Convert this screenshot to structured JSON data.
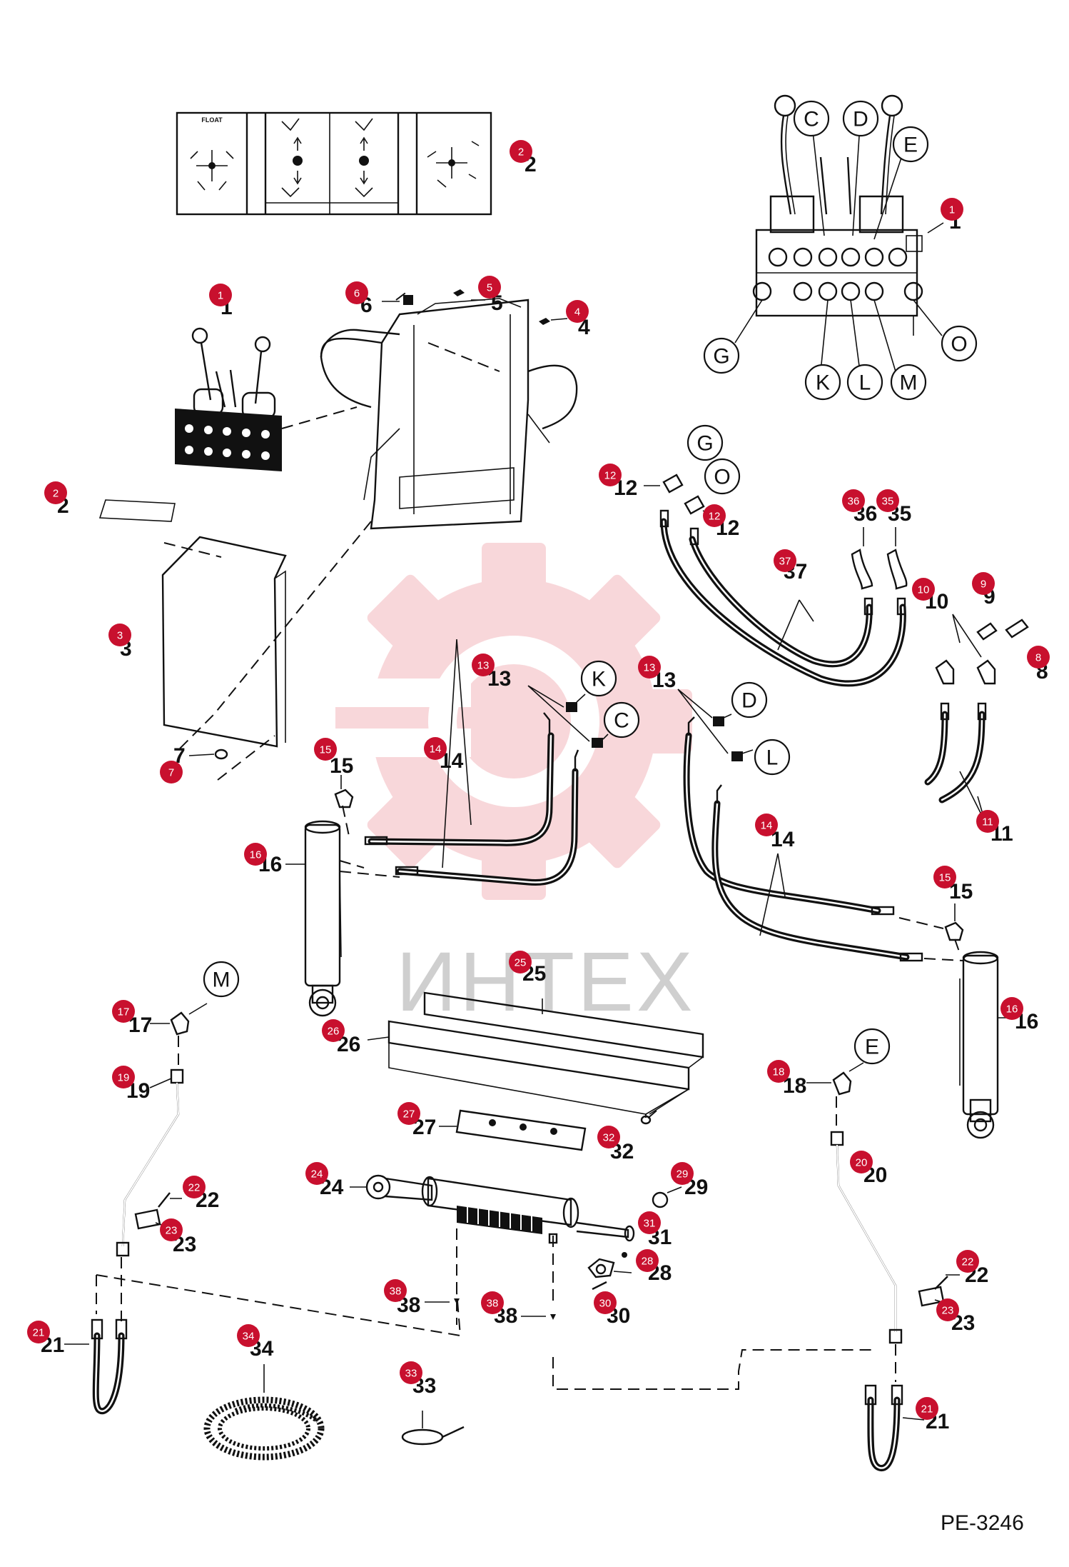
{
  "drawing": {
    "reference": "PE-3246",
    "watermark": "ИНТЕХ",
    "decal_float_label": "FLOAT"
  },
  "colors": {
    "badge": "#c8102e",
    "watermark": "#f3b8bd",
    "line": "#111111"
  },
  "part_numbers": [
    "1",
    "2",
    "3",
    "4",
    "5",
    "6",
    "7",
    "8",
    "9",
    "10",
    "11",
    "12",
    "13",
    "14",
    "15",
    "16",
    "17",
    "18",
    "19",
    "20",
    "21",
    "22",
    "23",
    "24",
    "25",
    "26",
    "27",
    "28",
    "29",
    "30",
    "31",
    "32",
    "33",
    "34",
    "35",
    "36",
    "37",
    "38"
  ],
  "port_letters": [
    "C",
    "D",
    "E",
    "G",
    "K",
    "L",
    "M",
    "O"
  ]
}
